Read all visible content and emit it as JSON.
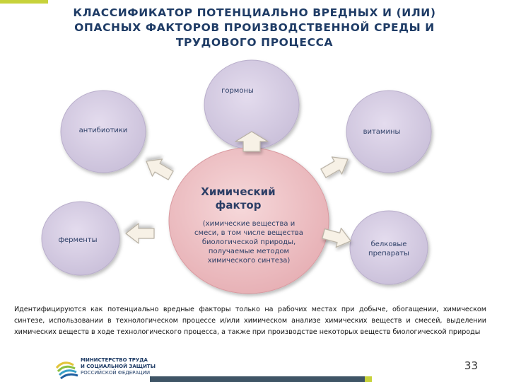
{
  "title": {
    "line1": "КЛАССИФИКАТОР ПОТЕНЦИАЛЬНО ВРЕДНЫХ И (ИЛИ)",
    "line2": "ОПАСНЫХ ФАКТОРОВ ПРОИЗВОДСТВЕННОЙ СРЕДЫ И",
    "line3": "ТРУДОВОГО ПРОЦЕССА"
  },
  "center": {
    "title_line1": "Химический",
    "title_line2": "фактор",
    "desc_line1": "(химические вещества и",
    "desc_line2": "смеси, в том числе вещества",
    "desc_line3": "биологической природы,",
    "desc_line4": "получаемые методом",
    "desc_line5": "химического синтеза)"
  },
  "nodes": {
    "hormones": "гормоны",
    "antibiotics": "антибиотики",
    "vitamins": "витамины",
    "enzymes": "ферменты",
    "proteins_line1": "белковые",
    "proteins_line2": "препараты"
  },
  "body_text": "Идентифицируются как потенциально вредные факторы только на рабочих местах при добыче, обогащении, химическом синтезе, использовании в технологическом процессе и/или химическом анализе химических веществ и смесей, выделении химических веществ в ходе технологического процесса, а также при производстве некоторых веществ биологической природы",
  "footer": {
    "ministry_line1": "МИНИСТЕРСТВО ТРУДА",
    "ministry_line2": "И СОЦИАЛЬНОЙ ЗАЩИТЫ",
    "ministry_line3": "РОССИЙСКОЙ ФЕДЕРАЦИИ",
    "page_number": "33"
  },
  "colors": {
    "title": "#1f3c66",
    "center_fill": "#efc6c9",
    "node_fill": "#d5cde1",
    "arrow_fill": "#f7f1e6",
    "accent": "#c7d23b"
  }
}
